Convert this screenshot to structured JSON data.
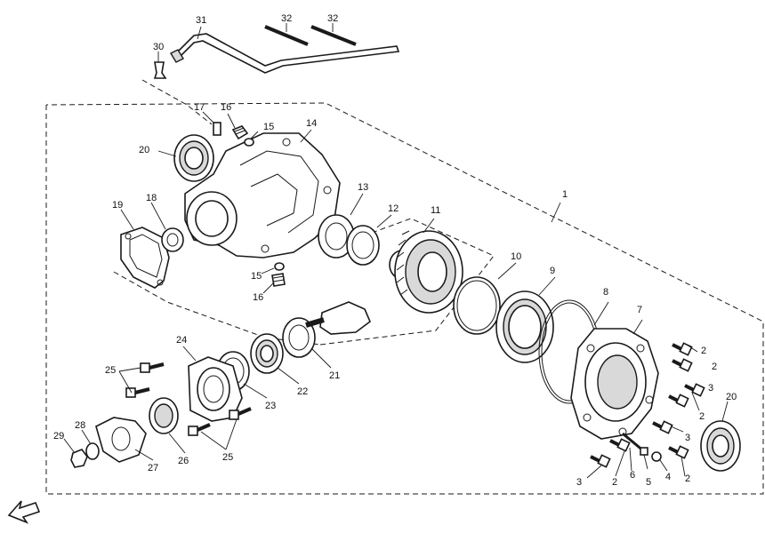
{
  "callouts": [
    {
      "id": "c1",
      "label": "1"
    },
    {
      "id": "c2a",
      "label": "2"
    },
    {
      "id": "c2b",
      "label": "2"
    },
    {
      "id": "c2c",
      "label": "2"
    },
    {
      "id": "c2d",
      "label": "2"
    },
    {
      "id": "c2e",
      "label": "2"
    },
    {
      "id": "c3a",
      "label": "3"
    },
    {
      "id": "c3b",
      "label": "3"
    },
    {
      "id": "c3c",
      "label": "3"
    },
    {
      "id": "c4",
      "label": "4"
    },
    {
      "id": "c5",
      "label": "5"
    },
    {
      "id": "c6",
      "label": "6"
    },
    {
      "id": "c7",
      "label": "7"
    },
    {
      "id": "c8",
      "label": "8"
    },
    {
      "id": "c9",
      "label": "9"
    },
    {
      "id": "c10",
      "label": "10"
    },
    {
      "id": "c11",
      "label": "11"
    },
    {
      "id": "c12",
      "label": "12"
    },
    {
      "id": "c13",
      "label": "13"
    },
    {
      "id": "c14",
      "label": "14"
    },
    {
      "id": "c15a",
      "label": "15"
    },
    {
      "id": "c15b",
      "label": "15"
    },
    {
      "id": "c16a",
      "label": "16"
    },
    {
      "id": "c16b",
      "label": "16"
    },
    {
      "id": "c17",
      "label": "17"
    },
    {
      "id": "c18",
      "label": "18"
    },
    {
      "id": "c19",
      "label": "19"
    },
    {
      "id": "c20a",
      "label": "20"
    },
    {
      "id": "c20b",
      "label": "20"
    },
    {
      "id": "c21",
      "label": "21"
    },
    {
      "id": "c22",
      "label": "22"
    },
    {
      "id": "c23",
      "label": "23"
    },
    {
      "id": "c24",
      "label": "24"
    },
    {
      "id": "c25a",
      "label": "25"
    },
    {
      "id": "c25b",
      "label": "25"
    },
    {
      "id": "c26",
      "label": "26"
    },
    {
      "id": "c27",
      "label": "27"
    },
    {
      "id": "c28",
      "label": "28"
    },
    {
      "id": "c29",
      "label": "29"
    },
    {
      "id": "c30",
      "label": "30"
    },
    {
      "id": "c31",
      "label": "31"
    },
    {
      "id": "c32a",
      "label": "32"
    },
    {
      "id": "c32b",
      "label": "32"
    }
  ],
  "icons": {
    "front_arrow": "front-arrow-icon"
  }
}
